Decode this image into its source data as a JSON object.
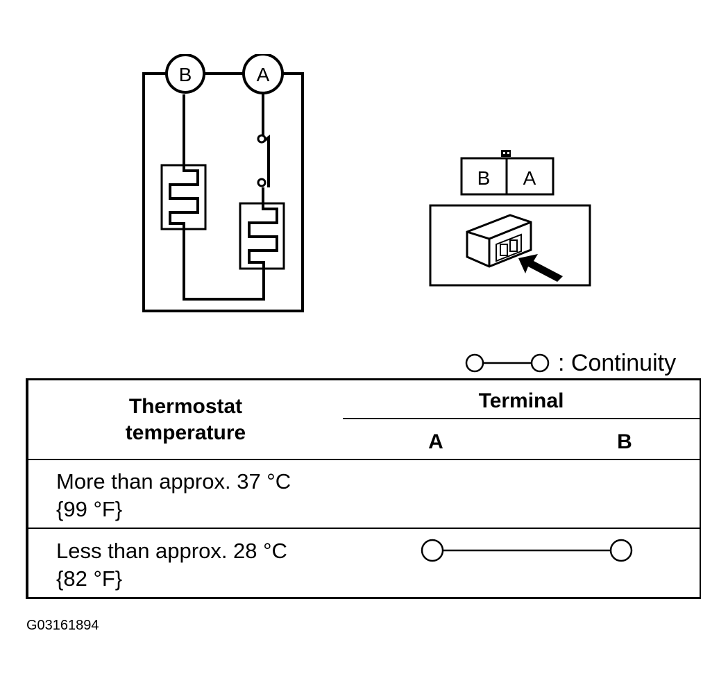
{
  "diagram": {
    "circuit_terminal_b": "B",
    "circuit_terminal_a": "A",
    "connector_terminal_b": "B",
    "connector_terminal_a": "A"
  },
  "legend": {
    "text": ": Continuity"
  },
  "table": {
    "header": {
      "col1_line1": "Thermostat",
      "col1_line2": "temperature",
      "group": "Terminal",
      "col_a": "A",
      "col_b": "B"
    },
    "rows": [
      {
        "line1": "More than approx. 37 °C",
        "line2": "{99 °F}",
        "continuity": false
      },
      {
        "line1": "Less than approx. 28 °C",
        "line2": "{82 °F}",
        "continuity": true
      }
    ]
  },
  "figure_id": "G03161894"
}
